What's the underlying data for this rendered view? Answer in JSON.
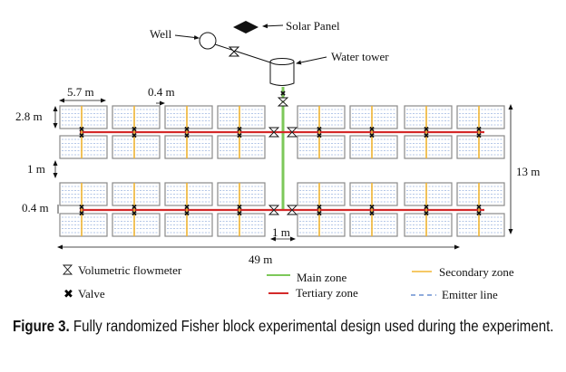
{
  "figure": {
    "labels": {
      "well": "Well",
      "solar_panel": "Solar Panel",
      "water_tower": "Water tower",
      "block_width": "5.7 m",
      "block_gap": "0.4 m",
      "block_height": "2.8 m",
      "row_gap": "1 m",
      "pair_gap": "0.4 m",
      "center_gap": "1 m",
      "total_width": "49 m",
      "total_height": "13 m"
    },
    "layout": {
      "block_columns": 8,
      "block_rows": 4,
      "emitter_lines_per_block": 5
    },
    "legend": {
      "flowmeter": "Volumetric flowmeter",
      "valve": "Valve",
      "main_zone": "Main zone",
      "tertiary_zone": "Tertiary zone",
      "secondary_zone": "Secondary zone",
      "emitter_line": "Emitter line"
    },
    "colors": {
      "main_zone": "#7dc85a",
      "tertiary_zone": "#d42a2a",
      "secondary_zone": "#f2b632",
      "emitter_line": "#6a8fd0",
      "block_border": "#8a8a8a"
    }
  },
  "caption": {
    "label": "Figure 3.",
    "text": " Fully randomized Fisher block experimental design used during the experiment."
  }
}
